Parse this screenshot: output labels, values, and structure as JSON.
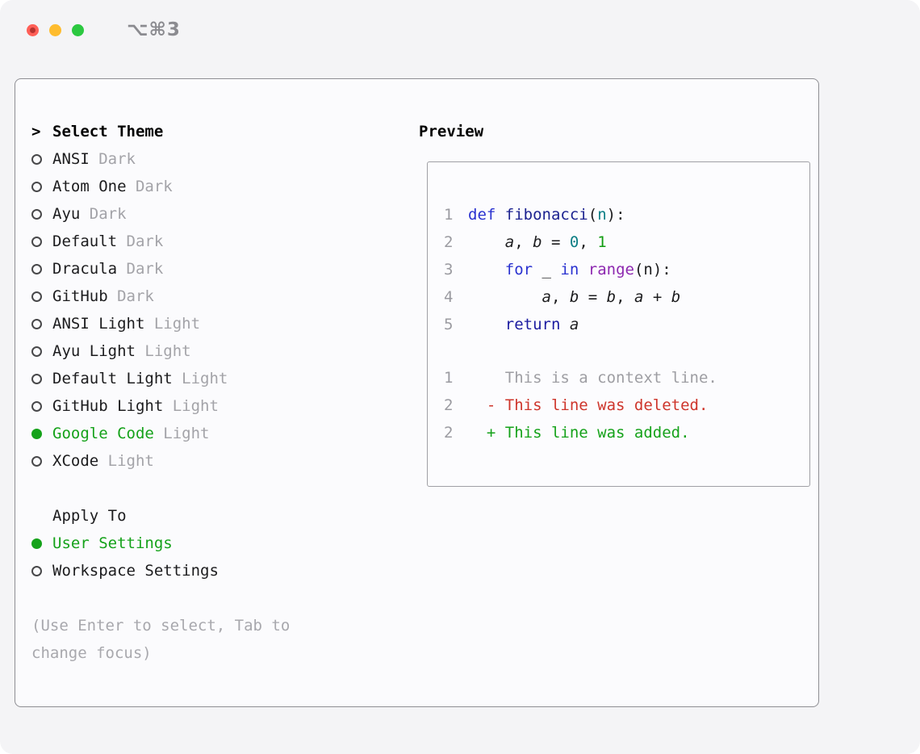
{
  "window": {
    "titlebar_shortcut": "⌥⌘3"
  },
  "theme_selector": {
    "prompt_char": ">",
    "title": "Select Theme",
    "items": [
      {
        "name": "ANSI",
        "variant": "Dark",
        "selected": false
      },
      {
        "name": "Atom One",
        "variant": "Dark",
        "selected": false
      },
      {
        "name": "Ayu",
        "variant": "Dark",
        "selected": false
      },
      {
        "name": "Default",
        "variant": "Dark",
        "selected": false
      },
      {
        "name": "Dracula",
        "variant": "Dark",
        "selected": false
      },
      {
        "name": "GitHub",
        "variant": "Dark",
        "selected": false
      },
      {
        "name": "ANSI Light",
        "variant": "Light",
        "selected": false
      },
      {
        "name": "Ayu Light",
        "variant": "Light",
        "selected": false
      },
      {
        "name": "Default Light",
        "variant": "Light",
        "selected": false
      },
      {
        "name": "GitHub Light",
        "variant": "Light",
        "selected": false
      },
      {
        "name": "Google Code",
        "variant": "Light",
        "selected": true
      },
      {
        "name": "XCode",
        "variant": "Light",
        "selected": false
      }
    ],
    "apply_to": {
      "title": "Apply To",
      "options": [
        {
          "label": "User Settings",
          "selected": true
        },
        {
          "label": "Workspace Settings",
          "selected": false
        }
      ]
    },
    "hint": "(Use Enter to select, Tab to change focus)"
  },
  "preview": {
    "title": "Preview",
    "code_lines": [
      {
        "num": "1",
        "tokens": [
          {
            "t": "def",
            "c": "kw"
          },
          {
            "t": " "
          },
          {
            "t": "fibonacci",
            "c": "fn"
          },
          {
            "t": "("
          },
          {
            "t": "n",
            "c": "teal"
          },
          {
            "t": "):"
          }
        ]
      },
      {
        "num": "2",
        "tokens": [
          {
            "t": "    "
          },
          {
            "t": "a",
            "i": true
          },
          {
            "t": ", "
          },
          {
            "t": "b",
            "i": true
          },
          {
            "t": " = "
          },
          {
            "t": "0",
            "c": "teal"
          },
          {
            "t": ", "
          },
          {
            "t": "1",
            "c": "green"
          }
        ]
      },
      {
        "num": "3",
        "tokens": [
          {
            "t": "    "
          },
          {
            "t": "for",
            "c": "kw"
          },
          {
            "t": " _ "
          },
          {
            "t": "in",
            "c": "kw"
          },
          {
            "t": " "
          },
          {
            "t": "range",
            "c": "purple"
          },
          {
            "t": "(n):"
          }
        ]
      },
      {
        "num": "4",
        "tokens": [
          {
            "t": "        "
          },
          {
            "t": "a",
            "i": true
          },
          {
            "t": ", "
          },
          {
            "t": "b",
            "i": true
          },
          {
            "t": " = "
          },
          {
            "t": "b",
            "i": true
          },
          {
            "t": ", "
          },
          {
            "t": "a",
            "i": true
          },
          {
            "t": " + "
          },
          {
            "t": "b",
            "i": true
          }
        ]
      },
      {
        "num": "5",
        "tokens": [
          {
            "t": "    "
          },
          {
            "t": "return",
            "c": "kw2"
          },
          {
            "t": " "
          },
          {
            "t": "a",
            "i": true
          }
        ]
      }
    ],
    "diff_lines": [
      {
        "num": "1",
        "kind": "context",
        "text": "    This is a context line."
      },
      {
        "num": "2",
        "kind": "deleted",
        "text": "  - This line was deleted."
      },
      {
        "num": "2",
        "kind": "added",
        "text": "  + This line was added."
      }
    ]
  },
  "palette": {
    "kw": "#2a32d0",
    "kw2": "#1b1ba0",
    "fn": "#1d2390",
    "teal": "#0c7e85",
    "green": "#109c10",
    "purple": "#8d28b0",
    "plain": "#1c1c1e"
  },
  "colors": {
    "accent_green": "#15a21a",
    "diff_red": "#ce352b",
    "muted_gray": "#a3a3a8",
    "hint_gray": "#a8a8ad",
    "line_number_gray": "#9b9ba1",
    "text_black": "#1c1c1e",
    "traffic_red": "#ff5f57",
    "traffic_yellow": "#febc2e",
    "traffic_green": "#2bc840"
  }
}
